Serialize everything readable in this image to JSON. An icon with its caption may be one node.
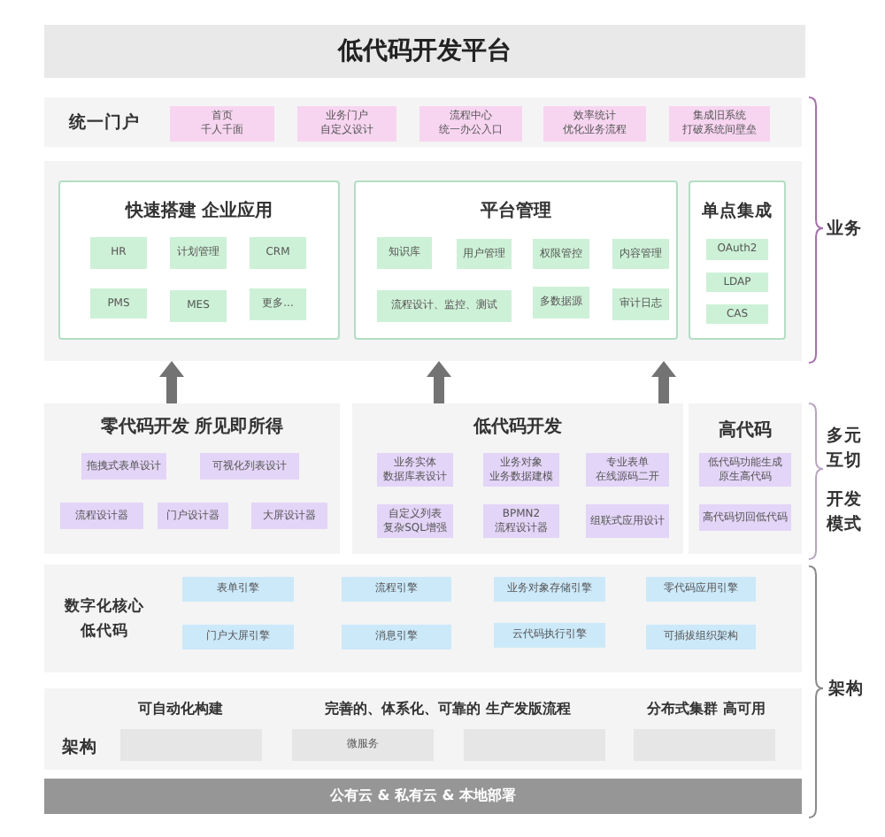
{
  "diagram": {
    "title": "低代码开发平台",
    "nodes": [
      {
        "text": [
          "统一门户"
        ]
      },
      {
        "text": [
          "首页",
          "千人千面"
        ],
        "in": 0
      },
      {
        "text": [
          "业务门户",
          "自定义设计"
        ],
        "in": 0
      },
      {
        "text": [
          "流程中心",
          "统一办公入口"
        ],
        "in": 0
      },
      {
        "text": [
          "效率统计",
          "优化业务流程"
        ],
        "in": 0
      },
      {
        "text": [
          "集成旧系统",
          "打破系统间壁垒"
        ],
        "in": 0
      },
      {
        "text": [],
        "shape": "box"
      },
      {
        "text": [
          "快速搭建 企业应用"
        ],
        "in": 6
      },
      {
        "text": [
          "HR"
        ],
        "in": 7
      },
      {
        "text": [
          "计划管理"
        ],
        "in": 7
      },
      {
        "text": [
          "CRM"
        ],
        "in": 7
      },
      {
        "text": [
          "PMS"
        ],
        "in": 7
      },
      {
        "text": [
          "MES"
        ],
        "in": 7
      },
      {
        "text": [
          "更多..."
        ],
        "in": 7
      },
      {
        "text": [
          "平台管理"
        ],
        "in": 6
      },
      {
        "text": [
          "知识库"
        ],
        "in": 14
      },
      {
        "text": [
          "用户管理"
        ],
        "in": 14
      },
      {
        "text": [
          "权限管控"
        ],
        "in": 14
      },
      {
        "text": [
          "内容管理"
        ],
        "in": 14
      },
      {
        "text": [
          "流程设计、监控、测试"
        ],
        "in": 14
      },
      {
        "text": [
          "多数据源"
        ],
        "in": 14
      },
      {
        "text": [
          "审计日志"
        ],
        "in": 14
      },
      {
        "text": [
          "单点集成"
        ],
        "in": 6
      },
      {
        "text": [
          "OAuth2"
        ],
        "in": 22
      },
      {
        "text": [
          "LDAP"
        ],
        "in": 22
      },
      {
        "text": [
          "CAS"
        ],
        "in": 22
      },
      {
        "text": [
          "零代码开发 所见即所得"
        ]
      },
      {
        "text": [
          "拖拽式表单设计"
        ],
        "in": 26
      },
      {
        "text": [
          "可视化列表设计"
        ],
        "in": 26
      },
      {
        "text": [
          "流程设计器"
        ],
        "in": 26
      },
      {
        "text": [
          "门户设计器"
        ],
        "in": 26
      },
      {
        "text": [
          "大屏设计器"
        ],
        "in": 26
      },
      {
        "text": [
          "低代码开发"
        ]
      },
      {
        "text": [
          "业务实体",
          "数据库表设计"
        ],
        "in": 32
      },
      {
        "text": [
          "业务对象",
          "业务数据建模"
        ],
        "in": 32
      },
      {
        "text": [
          "专业表单",
          "在线源码二开"
        ],
        "in": 32
      },
      {
        "text": [
          "自定义列表",
          "复杂SQL增强"
        ],
        "in": 32
      },
      {
        "text": [
          "BPMN2",
          "流程设计器"
        ],
        "in": 32
      },
      {
        "text": [
          "组联式应用设计"
        ],
        "in": 32
      },
      {
        "text": [
          "高代码"
        ]
      },
      {
        "text": [
          "低代码功能生成原生高代码"
        ],
        "in": 39
      },
      {
        "text": [
          "高代码切回低代码"
        ],
        "in": 39
      },
      {
        "text": [
          "数字化核心低代码"
        ]
      },
      {
        "text": [
          "表单引擎"
        ],
        "in": 42
      },
      {
        "text": [
          "流程引擎"
        ],
        "in": 42
      },
      {
        "text": [
          "业务对象存储引擎"
        ],
        "in": 42
      },
      {
        "text": [
          "零代码应用引擎"
        ],
        "in": 42
      },
      {
        "text": [
          "门户大屏引擎"
        ],
        "in": 42
      },
      {
        "text": [
          "消息引擎"
        ],
        "in": 42
      },
      {
        "text": [
          "云代码执行引擎"
        ],
        "in": 42
      },
      {
        "text": [
          "可插拔组织架构"
        ],
        "in": 42
      },
      {
        "text": [
          "架构"
        ]
      },
      {
        "text": [],
        "shape": "box",
        "in": 51
      },
      {
        "text": [
          "微服务"
        ],
        "in": 51
      },
      {
        "text": [],
        "shape": "box",
        "in": 51
      },
      {
        "text": [],
        "shape": "box",
        "in": 51
      },
      {
        "text": [
          "公有云 & 私有云 & 本地部署"
        ]
      }
    ],
    "edges": [
      {
        "from": 26,
        "to": 6,
        "arrow": "to"
      },
      {
        "from": 32,
        "to": 6,
        "arrow": "to"
      },
      {
        "from": 32,
        "to": 6,
        "arrow": "to"
      }
    ],
    "labels": [
      "业务",
      "多元互切",
      "开发模式",
      "架构",
      "可自动化构建",
      "完善的、体系化、可靠的 生产发版流程",
      "分布式集群 高可用"
    ]
  }
}
